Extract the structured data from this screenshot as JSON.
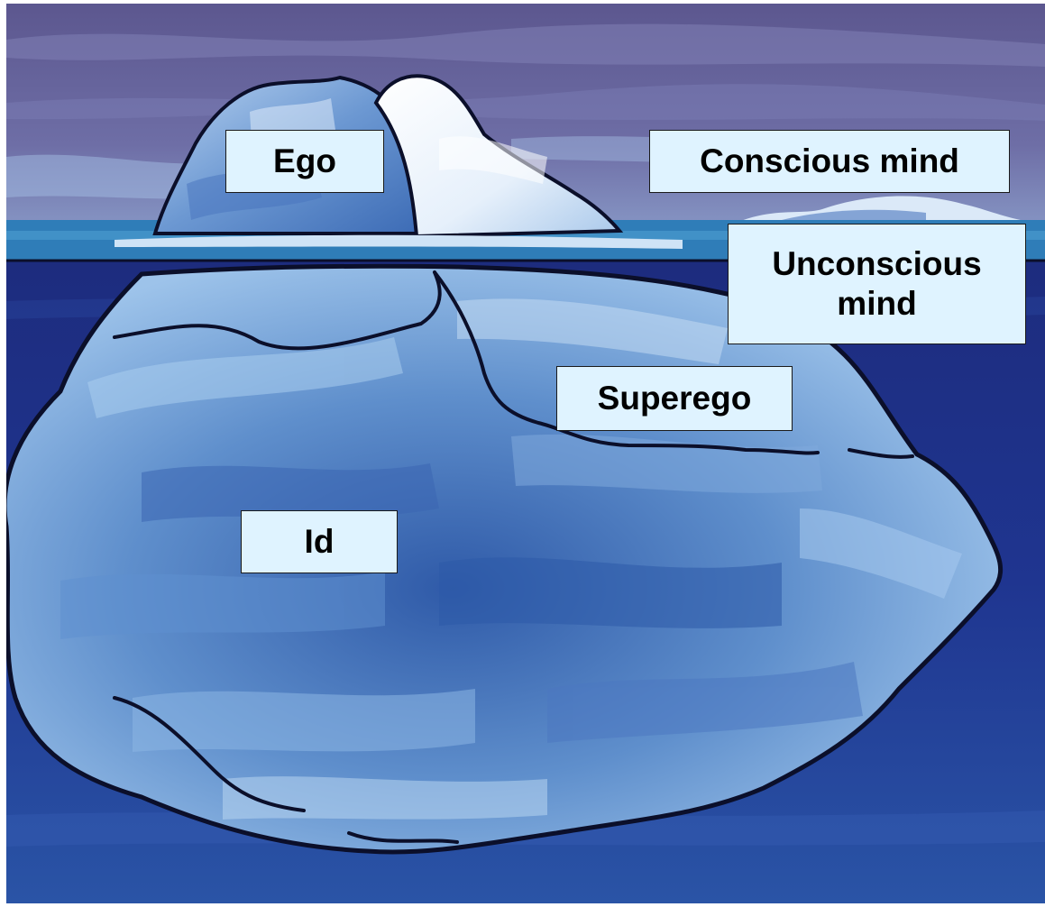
{
  "labels": {
    "ego": "Ego",
    "conscious_mind": "Conscious mind",
    "unconscious_mind": "Unconscious\nmind",
    "superego": "Superego",
    "id": "Id"
  },
  "colors": {
    "sky": "#5d5b93",
    "sea_surface": "#2f7db8",
    "deep_water": "#1e2f86",
    "ice_light": "#e8f1fb",
    "ice_mid": "#8bb3e0",
    "ice_dark": "#3a62b0",
    "label_fill": "#dff3ff"
  }
}
